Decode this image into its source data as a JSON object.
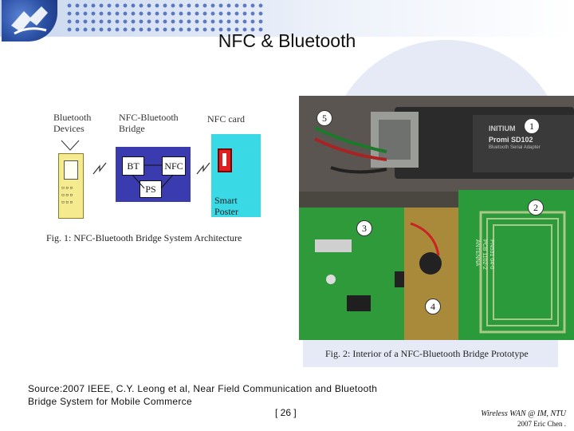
{
  "slide": {
    "title": "NFC & Bluetooth",
    "source_line1": "Source:2007 IEEE, C.Y. Leong et al, Near Field Communication and Bluetooth",
    "source_line2": "Bridge System for Mobile Commerce",
    "page_number": "[ 26 ]",
    "footer_line1": "Wireless WAN @ IM, NTU",
    "footer_line2": "2007 Eric Chen ."
  },
  "figure1": {
    "label_bluetooth_1": "Bluetooth",
    "label_bluetooth_2": "Devices",
    "label_bridge_1": "NFC-Bluetooth",
    "label_bridge_2": "Bridge",
    "label_nfc_card": "NFC card",
    "box_bt": "BT",
    "box_nfc": "NFC",
    "box_ps": "PS",
    "smart_1": "Smart",
    "smart_2": "Poster",
    "caption": "Fig. 1: NFC-Bluetooth Bridge System Architecture"
  },
  "figure2": {
    "markers": [
      "5",
      "1",
      "2",
      "3",
      "4"
    ],
    "chip_text_1": "INITIUM",
    "chip_text_2": "Promi SD102",
    "chip_text_3": "Bluetooth Serial Adapter",
    "antenna_text_1": "PN531 04-0",
    "antenna_text_2": "PCB 1102-2",
    "antenna_text_3": "ANTENNA",
    "caption": "Fig. 2: Interior of a NFC-Bluetooth Bridge Prototype"
  },
  "colors": {
    "bridge_blue": "#3b3bb0",
    "card_cyan": "#39d9e6",
    "pcb_green": "#2f9a3a"
  }
}
